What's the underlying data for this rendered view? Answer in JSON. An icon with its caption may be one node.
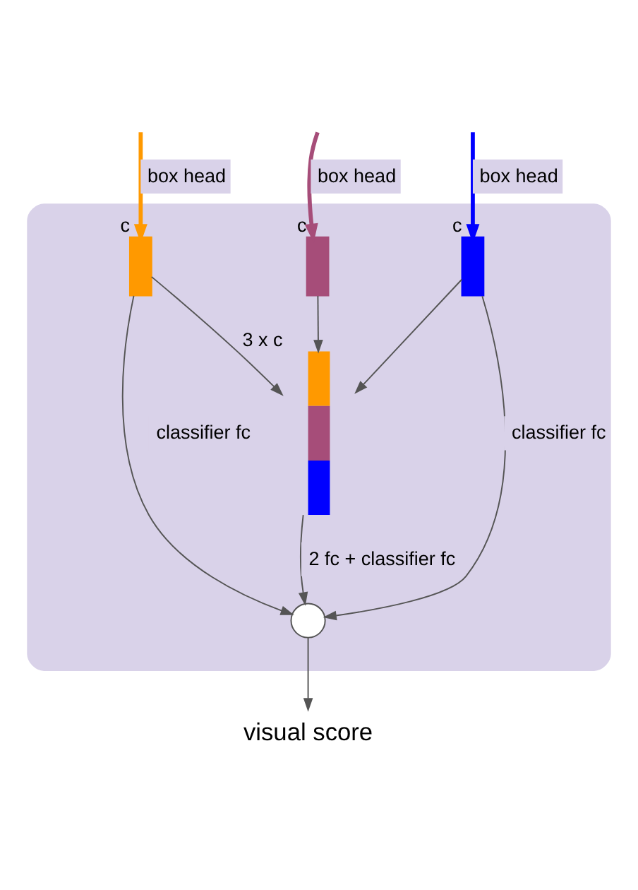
{
  "diagram": {
    "nodes": [
      {
        "text": [],
        "shape": "box"
      },
      {
        "text": [],
        "shape": "bar",
        "beside": [
          "c"
        ],
        "in": 0
      },
      {
        "text": [],
        "shape": "bar",
        "beside": [
          "c"
        ],
        "in": 0
      },
      {
        "text": [],
        "shape": "bar",
        "beside": [
          "c"
        ],
        "in": 0
      },
      {
        "text": [],
        "shape": "bar",
        "beside": [
          "3 x c"
        ],
        "in": 0
      },
      {
        "text": [],
        "shape": "circle",
        "in": 0
      },
      {
        "text": [
          "visual score"
        ]
      }
    ],
    "edges": [
      {
        "from": null,
        "to": 1,
        "arrow": "to",
        "label": "box head",
        "style": "thick",
        "color": "#ff9900"
      },
      {
        "from": null,
        "to": 2,
        "arrow": "to",
        "label": "box head",
        "style": "thick",
        "color": "#a64d79"
      },
      {
        "from": null,
        "to": 3,
        "arrow": "to",
        "label": "box head",
        "style": "thick",
        "color": "#0000ff"
      },
      {
        "from": 1,
        "to": 4,
        "arrow": "to"
      },
      {
        "from": 2,
        "to": 4,
        "arrow": "to"
      },
      {
        "from": 3,
        "to": 4,
        "arrow": "to"
      },
      {
        "from": 1,
        "to": 5,
        "arrow": "to",
        "label": "classifier fc"
      },
      {
        "from": 4,
        "to": 5,
        "arrow": "to",
        "label": "2 fc + classifier fc"
      },
      {
        "from": 3,
        "to": 5,
        "arrow": "to",
        "label": "classifier fc"
      },
      {
        "from": 5,
        "to": 6,
        "arrow": "to"
      }
    ]
  }
}
